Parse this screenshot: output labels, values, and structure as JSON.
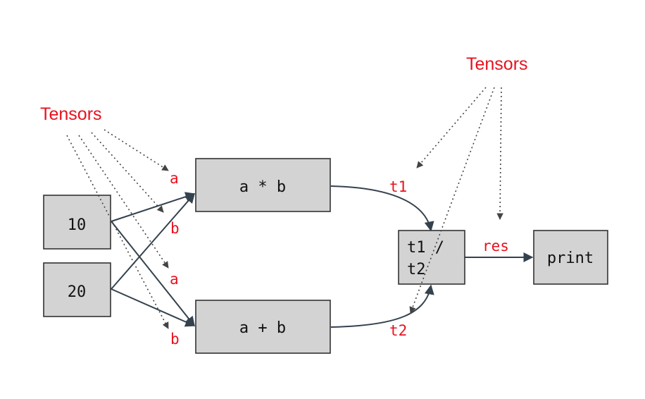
{
  "nodes": {
    "const_10": "10",
    "const_20": "20",
    "mul": "a * b",
    "add": "a + b",
    "div_line1": "t1 /",
    "div_line2": "t2",
    "print": "print"
  },
  "edge_labels": {
    "mul_a": "a",
    "mul_b": "b",
    "add_a": "a",
    "add_b": "b",
    "t1": "t1",
    "t2": "t2",
    "res": "res"
  },
  "annotations": {
    "tensors_left": "Tensors",
    "tensors_right": "Tensors"
  },
  "colors": {
    "annotation": "#e8121e",
    "node_fill": "#d3d3d3",
    "edge": "#34424e"
  }
}
